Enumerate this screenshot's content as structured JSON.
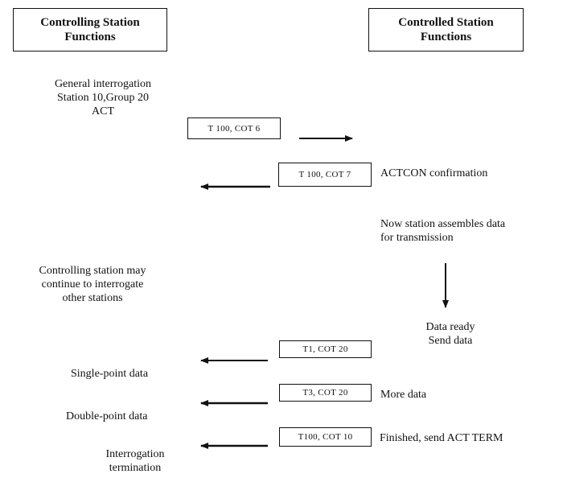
{
  "headers": {
    "controlling": "Controlling Station\nFunctions",
    "controlled": "Controlled Station\nFunctions"
  },
  "messages": {
    "m1": "T 100, COT 6",
    "m2": "T 100, COT 7",
    "m3": "T1, COT 20",
    "m4": "T3, COT 20",
    "m5": "T100, COT 10"
  },
  "labels": {
    "general_interrogation": "General interrogation\nStation 10,Group 20\nACT",
    "actcon": "ACTCON confirmation",
    "assembles": "Now station assembles data\nfor transmission",
    "may_continue": "Controlling station may\ncontinue to interrogate\nother stations",
    "data_ready": "Data ready\nSend data",
    "single_point": "Single-point data",
    "more_data": "More data",
    "double_point": "Double-point data",
    "finished": "Finished, send ACT TERM",
    "termination": "Interrogation\ntermination"
  },
  "colors": {
    "ink": "#111111",
    "background": "#ffffff"
  }
}
